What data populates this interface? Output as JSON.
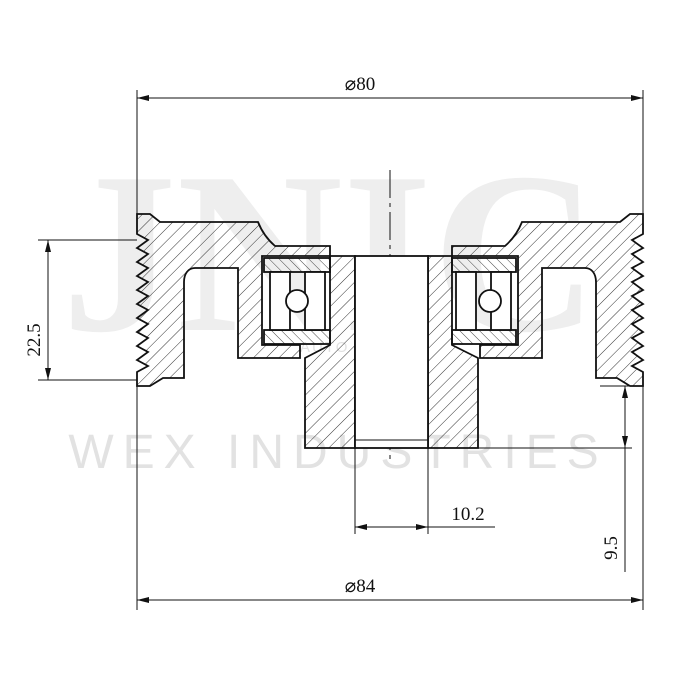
{
  "drawing": {
    "dimensions": {
      "outer_diameter_top": "⌀80",
      "outer_diameter_bottom": "⌀84",
      "height_left": "22.5",
      "bore_depth": "10.2",
      "offset_right": "9.5"
    },
    "watermark": {
      "logo_text": "JNIC",
      "company": "WEX INDUSTRIES",
      "small_text": "AUTO COMP"
    }
  }
}
